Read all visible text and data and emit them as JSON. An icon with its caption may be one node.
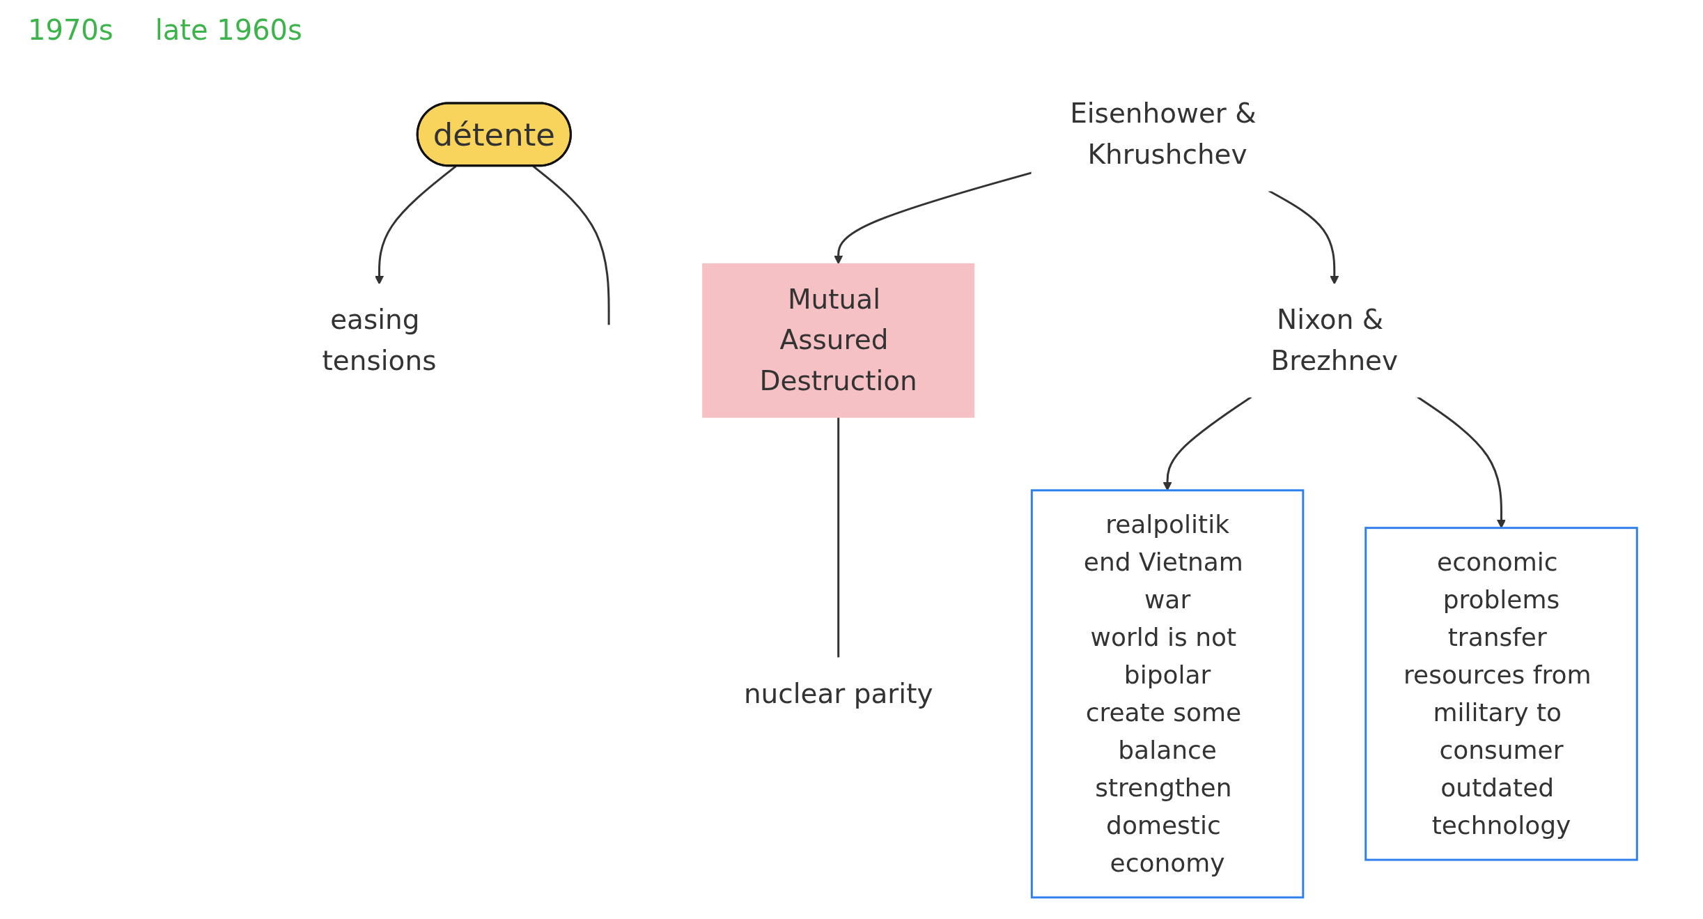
{
  "diagram": {
    "nodes": [
      {
        "text": [
          "détente"
        ]
      },
      {
        "text": [
          "easing tensions"
        ]
      },
      {
        "text": [
          "Eisenhower & Khrushchev"
        ]
      },
      {
        "text": [
          "Mutual Assured Destruction"
        ]
      },
      {
        "text": [
          "nuclear parity"
        ]
      },
      {
        "text": [
          "Nixon & Brezhnev"
        ]
      },
      {
        "text": [
          "realpolitik",
          "end Vietnam war",
          "world is not bipolar",
          "create some balance",
          "strengthen domestic economy"
        ]
      },
      {
        "text": [
          "economic problems",
          "transfer resources from military to consumer",
          "outdated technology"
        ]
      }
    ],
    "edges": [
      {
        "from": 0,
        "to": 1,
        "arrow": "to"
      },
      {
        "from": 0,
        "to": null,
        "arrow": "none"
      },
      {
        "from": 2,
        "to": 3,
        "arrow": "to"
      },
      {
        "from": 3,
        "to": 4,
        "arrow": "none"
      },
      {
        "from": 2,
        "to": 5,
        "arrow": "to"
      },
      {
        "from": 5,
        "to": 6,
        "arrow": "to"
      },
      {
        "from": 5,
        "to": 7,
        "arrow": "to"
      }
    ],
    "labels": [
      "1970s",
      "late 1960s"
    ]
  }
}
